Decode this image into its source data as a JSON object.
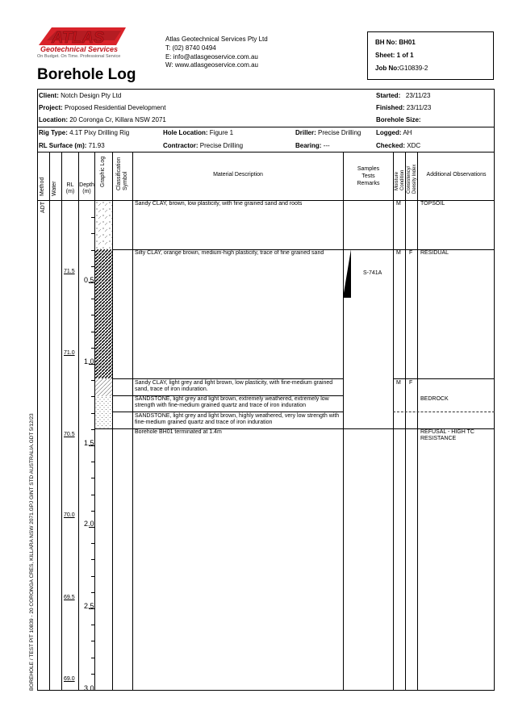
{
  "company": {
    "logo_word": "ATLAS",
    "logo_sub": "Geotechnical Services",
    "tagline": "On Budget. On Time. Professional Service",
    "name": "Atlas Geotechnical Services Pty Ltd",
    "phone": "T:    (02) 8740 0494",
    "email": "E:   info@atlasgeoservice.com.au",
    "web": "W:   www.atlasgeoservice.com.au"
  },
  "title": "Borehole Log",
  "sheet_box": {
    "bh_no": "BH No: BH01",
    "sheet": "Sheet:  1  of  1",
    "job_label": "Job No:",
    "job_value": "G10839-2"
  },
  "info": {
    "client_label": "Client:",
    "client_value": " Notch Design Pty Ltd",
    "project_label": "Project:",
    "project_value": " Proposed Residential Development",
    "location_label": "Location:",
    "location_value": " 20 Coronga Cr, Killara NSW 2071",
    "started_label": "Started:",
    "started_value": "23/11/23",
    "finished_label": "Finished:",
    "finished_value": " 23/11/23",
    "size_label": "Borehole Size:",
    "rig_label": "Rig Type:",
    "rig_value": " 4.1T Pixy Drilling Rig",
    "holeloc_label": "Hole Location:",
    "holeloc_value": " Figure 1",
    "driller_label": "Driller:",
    "driller_value": " Precise Drilling",
    "logged_label": "Logged:",
    "logged_value": " AH",
    "rl_label": "RL Surface (m):",
    "rl_value": " 71.93",
    "contractor_label": "Contractor:",
    "contractor_value": " Precise Drilling",
    "bearing_label": "Bearing:",
    "bearing_value": " ---",
    "checked_label": "Checked:",
    "checked_value": " XDC"
  },
  "columns": {
    "method": "Method",
    "water": "Water",
    "rl": "RL\n(m)",
    "depth": "Depth\n(m)",
    "graphic": "Graphic Log",
    "class": "Classification\nSymbol",
    "material": "Material Description",
    "samples": "Samples\nTests\nRemarks",
    "moisture": "Moisture\nCondition",
    "consistency": "Consistency/\nDensity Index",
    "obs": "Additional Observations"
  },
  "method_value": "ADT",
  "rl_labels": [
    "71.5",
    "71.0",
    "70.5",
    "70.0",
    "69.5",
    "69.0"
  ],
  "depth_labels": [
    "0.5",
    "1.0",
    "1.5",
    "2.0",
    "2.5",
    "3.0"
  ],
  "layers": [
    {
      "desc": "Sandy CLAY, brown, low plasticity, with fine grained sand and roots",
      "moisture": "M",
      "consistency": "",
      "obs": "TOPSOIL"
    },
    {
      "desc": "Silty CLAY, orange brown, medium-high plasticity, trace of fine grained sand",
      "moisture": "M",
      "consistency": "F",
      "obs": "RESIDUAL"
    },
    {
      "desc": "Sandy CLAY, light grey and light brown, low plasticity, with fine-medium grained sand, trace of iron induration.",
      "moisture": "M",
      "consistency": "F",
      "obs": ""
    },
    {
      "desc": "SANDSTONE, light grey and light brown, extremely weathered, extremely low strength with fine-medium grained quartz and trace of iron induration",
      "moisture": "",
      "consistency": "",
      "obs": "BEDROCK"
    },
    {
      "desc": "SANDSTONE, light grey and light brown, highly weathered, very low strength with fine-medium grained quartz and trace of iron induration",
      "moisture": "",
      "consistency": "",
      "obs": ""
    },
    {
      "desc": "Borehole BH01 terminated at 1.4m",
      "moisture": "",
      "consistency": "",
      "obs": "REFUSAL - HIGH TC RESISTANCE"
    }
  ],
  "sample": "S-741A",
  "side_note": "BOREHOLE / TEST PIT  10839 - 20 CORONGA CRES, KILLARA NSW 2071.GPJ  GINT STD AUSTRALIA.GDT  5/12/23"
}
